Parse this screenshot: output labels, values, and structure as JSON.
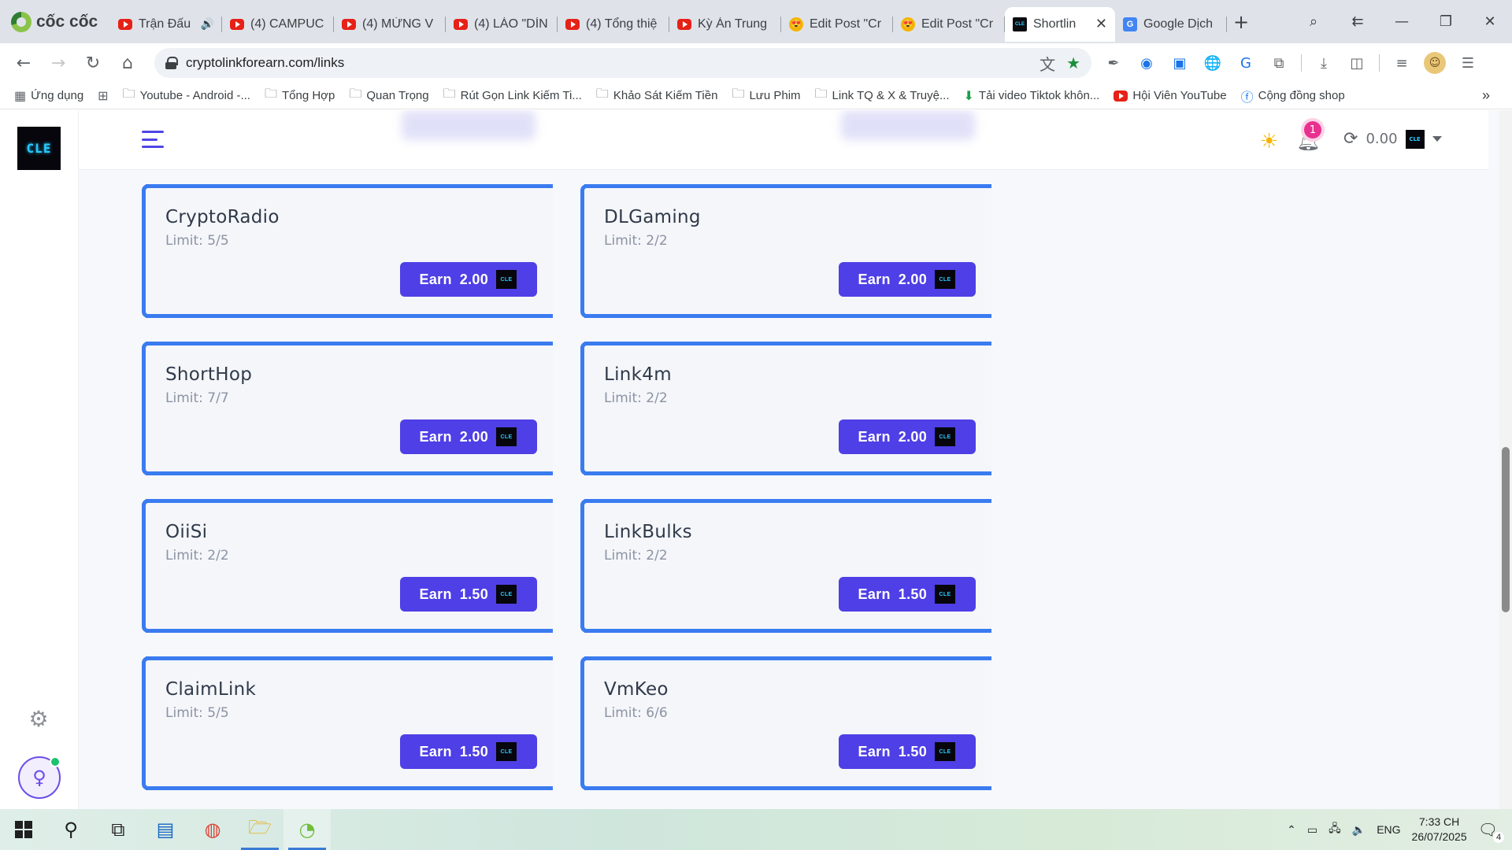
{
  "browser": {
    "brand": "cốc cốc",
    "tabs": [
      {
        "label": "Trận Đấu",
        "icon": "youtube",
        "audio": true
      },
      {
        "label": "(4) CAMPUC",
        "icon": "youtube"
      },
      {
        "label": "(4) MỪNG V",
        "icon": "youtube"
      },
      {
        "label": "(4) LÀO \"DÍN",
        "icon": "youtube"
      },
      {
        "label": "(4) Tổng thiệ",
        "icon": "youtube"
      },
      {
        "label": "Kỳ Án Trung",
        "icon": "youtube"
      },
      {
        "label": "Edit Post \"Cr",
        "icon": "emoji"
      },
      {
        "label": "Edit Post \"Cr",
        "icon": "emoji"
      },
      {
        "label": "Shortlin",
        "icon": "cle",
        "active": true
      },
      {
        "label": "Google Dịch",
        "icon": "google-translate"
      }
    ],
    "url": "cryptolinkforearn.com/links",
    "bookmarks": [
      {
        "label": "Ứng dụng",
        "icon": "apps"
      },
      {
        "label": "",
        "icon": "grid"
      },
      {
        "label": "Youtube - Android -...",
        "icon": "folder"
      },
      {
        "label": "Tổng Hợp",
        "icon": "folder"
      },
      {
        "label": "Quan Trọng",
        "icon": "folder"
      },
      {
        "label": "Rút Gọn Link Kiếm Ti...",
        "icon": "folder"
      },
      {
        "label": "Khảo Sát Kiếm Tiền",
        "icon": "folder"
      },
      {
        "label": "Lưu Phim",
        "icon": "folder"
      },
      {
        "label": "Link TQ & X & Truyệ...",
        "icon": "folder"
      },
      {
        "label": "Tải video Tiktok khôn...",
        "icon": "download"
      },
      {
        "label": "Hội Viên YouTube",
        "icon": "youtube"
      },
      {
        "label": "Cộng đồng shop",
        "icon": "facebook"
      }
    ]
  },
  "site": {
    "logo_text": "CLE",
    "notification_count": "1",
    "balance": "0.00",
    "coin_label": "CLE"
  },
  "links": [
    {
      "name": "CryptoRadio",
      "limit": "Limit: 5/5",
      "earn_label": "Earn",
      "reward": "2.00"
    },
    {
      "name": "DLGaming",
      "limit": "Limit: 2/2",
      "earn_label": "Earn",
      "reward": "2.00"
    },
    {
      "name": "ShortHop",
      "limit": "Limit: 7/7",
      "earn_label": "Earn",
      "reward": "2.00"
    },
    {
      "name": "Link4m",
      "limit": "Limit: 2/2",
      "earn_label": "Earn",
      "reward": "2.00"
    },
    {
      "name": "OiiSi",
      "limit": "Limit: 2/2",
      "earn_label": "Earn",
      "reward": "1.50"
    },
    {
      "name": "LinkBulks",
      "limit": "Limit: 2/2",
      "earn_label": "Earn",
      "reward": "1.50"
    },
    {
      "name": "ClaimLink",
      "limit": "Limit: 5/5",
      "earn_label": "Earn",
      "reward": "1.50"
    },
    {
      "name": "VmKeo",
      "limit": "Limit: 6/6",
      "earn_label": "Earn",
      "reward": "1.50"
    }
  ],
  "taskbar": {
    "language": "ENG",
    "time": "7:33 CH",
    "date": "26/07/2025",
    "notifications": "4"
  },
  "colors": {
    "accent": "#4f3fe6",
    "card_border": "#3a7bf0",
    "badge": "#e8318e"
  }
}
